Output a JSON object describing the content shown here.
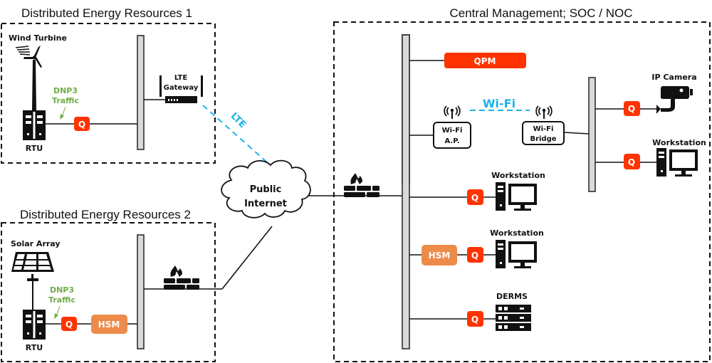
{
  "zones": {
    "der1": {
      "title": "Distributed Energy Resources 1"
    },
    "der2": {
      "title": "Distributed Energy Resources 2"
    },
    "central": {
      "title": "Central Management; SOC / NOC"
    }
  },
  "der1": {
    "wind_turbine_label": "Wind Turbine",
    "rtu_label": "RTU",
    "traffic_label_line1": "DNP3",
    "traffic_label_line2": "Traffic",
    "q_label": "Q",
    "lte_gateway_line1": "LTE",
    "lte_gateway_line2": "Gateway",
    "lte_link_label": "LTE"
  },
  "der2": {
    "solar_array_label": "Solar Array",
    "rtu_label": "RTU",
    "traffic_label_line1": "DNP3",
    "traffic_label_line2": "Traffic",
    "q_label": "Q",
    "hsm_label": "HSM"
  },
  "internet": {
    "line1": "Public",
    "line2": "Internet"
  },
  "central": {
    "qpm_label": "QPM",
    "wifi_link_label": "Wi-Fi",
    "wifi_ap_line1": "Wi-Fi",
    "wifi_ap_line2": "A.P.",
    "wifi_bridge_line1": "Wi-Fi",
    "wifi_bridge_line2": "Bridge",
    "ip_camera_label": "IP Camera",
    "workstation_right_label": "Workstation",
    "workstation_1_label": "Workstation",
    "workstation_2_label": "Workstation",
    "derms_label": "DERMS",
    "hsm_label": "HSM",
    "q_label": "Q"
  },
  "colors": {
    "q_red": "#FF3300",
    "qpm_red": "#FF3300",
    "hsm_orange": "#ED8B4A",
    "traffic_green": "#70AD47",
    "link_blue": "#1CB1EA",
    "bus_gray": "#D9D9D9"
  }
}
